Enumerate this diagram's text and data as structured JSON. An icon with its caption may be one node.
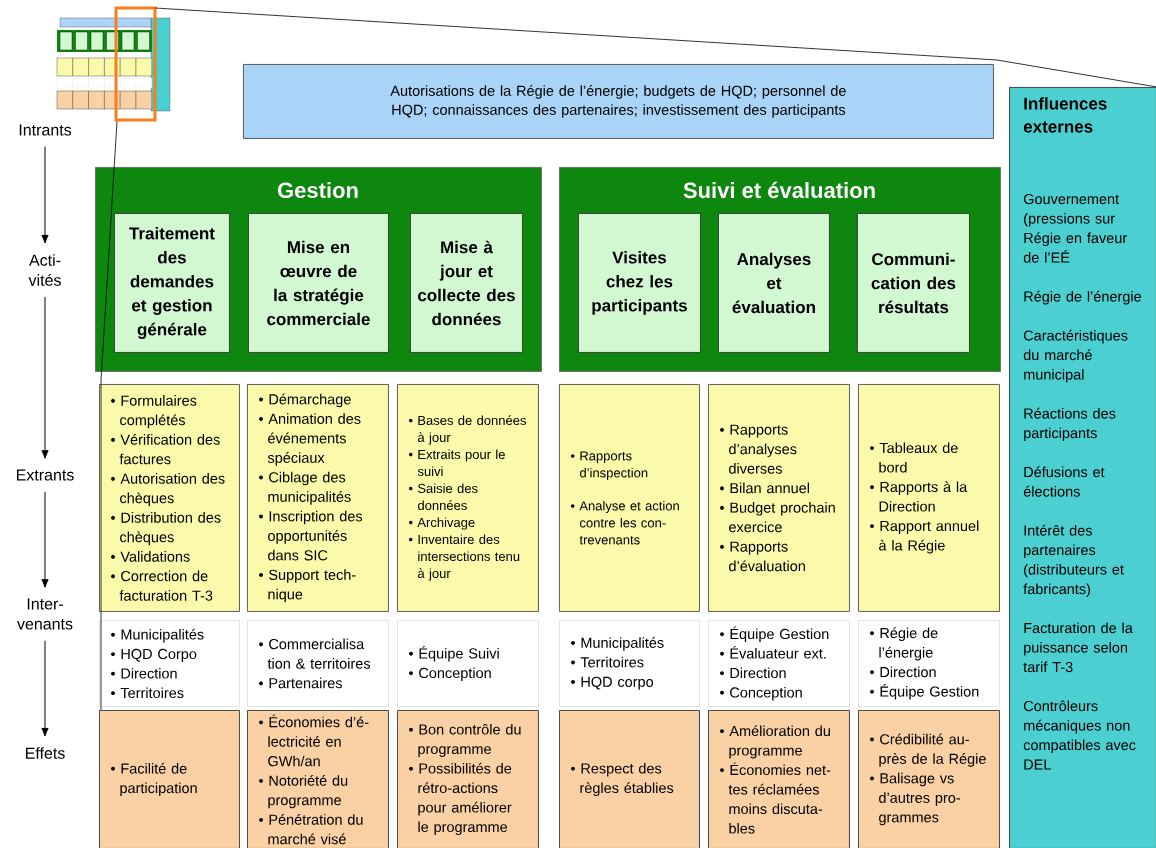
{
  "diagram": {
    "nodes": [
      {
        "text": [
          "Autorisations de la Régie de l’énergie; budgets de HQD; personnel de HQD; connaissances des partenaires; investissement des participants"
        ]
      },
      {
        "text": [
          "Gestion"
        ]
      },
      {
        "text": [
          "Traitement des demandes et gestion générale"
        ],
        "in": 1
      },
      {
        "text": [
          "Mise en œuvre de la stratégie commerciale"
        ],
        "in": 1
      },
      {
        "text": [
          "Mise à jour et collecte des données"
        ],
        "in": 1
      },
      {
        "text": [
          "Suivi et évaluation"
        ]
      },
      {
        "text": [
          "Visites chez les participants"
        ],
        "in": 5
      },
      {
        "text": [
          "Analyses et évaluation"
        ],
        "in": 5
      },
      {
        "text": [
          "Communi- cation des résultats"
        ],
        "in": 5
      },
      {
        "text": [
          "• Formulaires complétés",
          "• Vérification des factures",
          "• Autorisation des chèques",
          "• Distribution des chèques",
          "• Validations",
          "• Correction de facturation T-3"
        ]
      },
      {
        "text": [
          "• Démarchage",
          "• Animation des événements spéciaux",
          "• Ciblage des municipalités",
          "• Inscription des opportunités dans SIC",
          "• Support tech- nique"
        ]
      },
      {
        "text": [
          "• Bases de données à jour",
          "• Extraits pour le suivi",
          "• Saisie des données",
          "• Archivage",
          "• Inventaire des intersections tenu à jour"
        ]
      },
      {
        "text": [
          "• Rapports d’inspection",
          "• Analyse et action contre les con- trevenants"
        ]
      },
      {
        "text": [
          "• Rapports d’analyses diverses",
          "• Bilan annuel",
          "• Budget prochain exercice",
          "• Rapports d’évaluation"
        ]
      },
      {
        "text": [
          "• Tableaux de bord",
          "• Rapports à la Direction",
          "• Rapport annuel à la Régie"
        ]
      },
      {
        "text": [
          "• Municipalités",
          "• HQD Corpo",
          "• Direction",
          "• Territoires"
        ]
      },
      {
        "text": [
          "• Commercialisa tion & territoires",
          "• Partenaires"
        ]
      },
      {
        "text": [
          "• Équipe Suivi",
          "• Conception"
        ]
      },
      {
        "text": [
          "• Municipalités",
          "• Territoires",
          "• HQD corpo"
        ]
      },
      {
        "text": [
          "• Équipe Gestion",
          "• Évaluateur ext.",
          "• Direction",
          "• Conception"
        ]
      },
      {
        "text": [
          "• Régie de l’énergie",
          "• Direction",
          "• Équipe Gestion"
        ]
      },
      {
        "text": [
          "• Facilité de participation"
        ]
      },
      {
        "text": [
          "• Économies d’é- lectricité en GWh/an",
          "• Notoriété du programme",
          "• Pénétration du marché visé"
        ]
      },
      {
        "text": [
          "• Bon contrôle du programme",
          "• Possibilités de rétro-actions pour améliorer le programme"
        ]
      },
      {
        "text": [
          "• Respect des règles établies"
        ]
      },
      {
        "text": [
          "• Amélioration du programme",
          "• Économies net- tes réclamées moins discuta- bles"
        ]
      },
      {
        "text": [
          "• Crédibilité au- près de la Régie",
          "• Balisage vs d’autres pro- grammes"
        ]
      },
      {
        "text": [
          "Influences externes",
          "Gouvernement (pressions sur Régie en faveur de l’EÉ",
          "Régie de l’énergie",
          "Caractéristiques du marché municipal",
          "Réactions des participants",
          "Défusions et élections",
          "Intérêt des partenaires (distributeurs et fabricants)",
          "Facturation de la puissance selon tarif T-3",
          "Contrôleurs mécaniques non compatibles avec DEL"
        ]
      },
      {
        "text": [
          "Intrants"
        ]
      },
      {
        "text": [
          "Acti- vités"
        ]
      },
      {
        "text": [
          "Extrants"
        ]
      },
      {
        "text": [
          "Inter- venants"
        ]
      },
      {
        "text": [
          "Effets"
        ]
      },
      {
        "text": [],
        "shape": "picture"
      }
    ],
    "edges": [
      {
        "from": 28,
        "to": 29,
        "arrow": "to"
      },
      {
        "from": 29,
        "to": 30,
        "arrow": "to"
      },
      {
        "from": 30,
        "to": 31,
        "arrow": "to"
      },
      {
        "from": 31,
        "to": 32,
        "arrow": "to"
      },
      {
        "from": 33,
        "to": 27,
        "arrow": "none"
      },
      {
        "from": 33,
        "to": 21,
        "arrow": "none"
      }
    ]
  }
}
